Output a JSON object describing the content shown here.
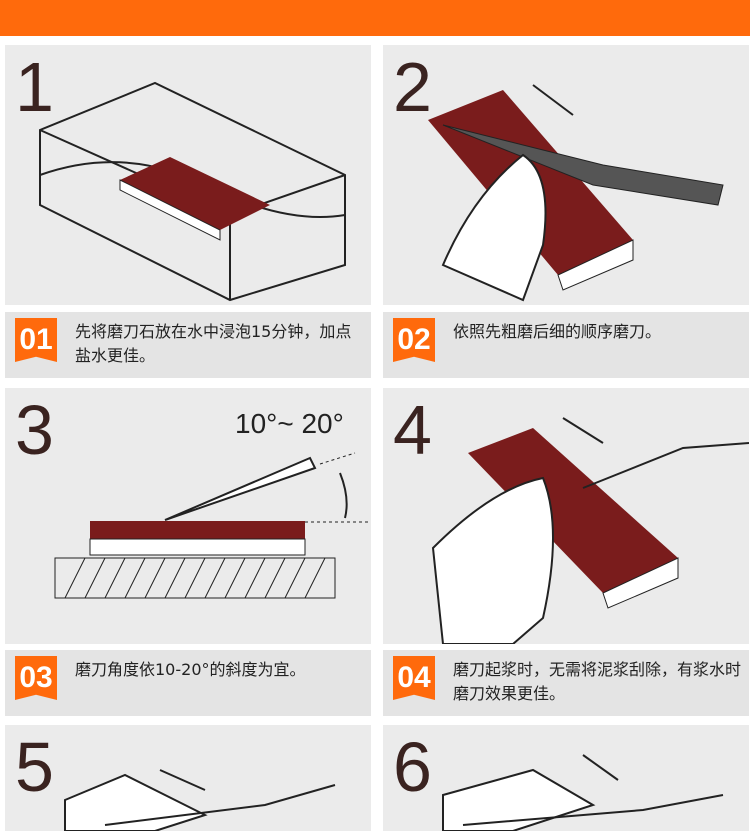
{
  "steps": [
    {
      "number": "1",
      "badge": "01",
      "text": "先将磨刀石放在水中浸泡15分钟，加点盐水更佳。"
    },
    {
      "number": "2",
      "badge": "02",
      "text": "依照先粗磨后细的顺序磨刀。"
    },
    {
      "number": "3",
      "badge": "03",
      "text": "磨刀角度依10-20°的斜度为宜。",
      "angle_label": "10°~ 20°"
    },
    {
      "number": "4",
      "badge": "04",
      "text": "磨刀起浆时，无需将泥浆刮除，有浆水时磨刀效果更佳。"
    },
    {
      "number": "5"
    },
    {
      "number": "6"
    }
  ],
  "colors": {
    "accent": "#ff6a0c",
    "stone": "#7a1c1c"
  }
}
